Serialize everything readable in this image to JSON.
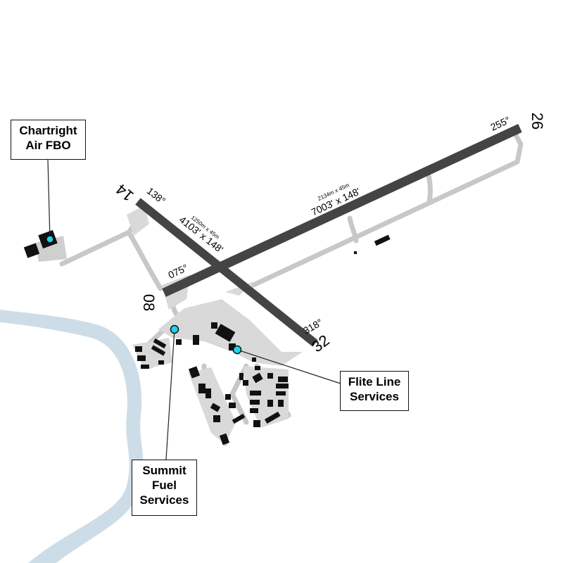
{
  "colors": {
    "background": "#ffffff",
    "river": "#cddde8",
    "taxiway": "#c8c8c8",
    "apron": "#d9d9d9",
    "runway": "#444444",
    "building": "#111111",
    "fbo_marker": "#20d4f0"
  },
  "runways": [
    {
      "id": "08-26",
      "end_a": "08",
      "end_b": "26",
      "heading_a": "075°",
      "heading_b": "255°",
      "dimensions_m": "2134m x 45m",
      "dimensions_ft": "7003' x 148'"
    },
    {
      "id": "14-32",
      "end_a": "14",
      "end_b": "32",
      "heading_a": "138°",
      "heading_b": "318°",
      "dimensions_m": "1250m x 45m",
      "dimensions_ft": "4103' x 148'"
    }
  ],
  "fbos": [
    {
      "id": "chartright",
      "lines": [
        "Chartright",
        "Air FBO"
      ],
      "icon": "fbo-marker-icon"
    },
    {
      "id": "summit",
      "lines": [
        "Summit",
        "Fuel",
        "Services"
      ],
      "icon": "fbo-marker-icon"
    },
    {
      "id": "flite-line",
      "lines": [
        "Flite Line",
        "Services"
      ],
      "icon": "fbo-marker-icon"
    }
  ]
}
